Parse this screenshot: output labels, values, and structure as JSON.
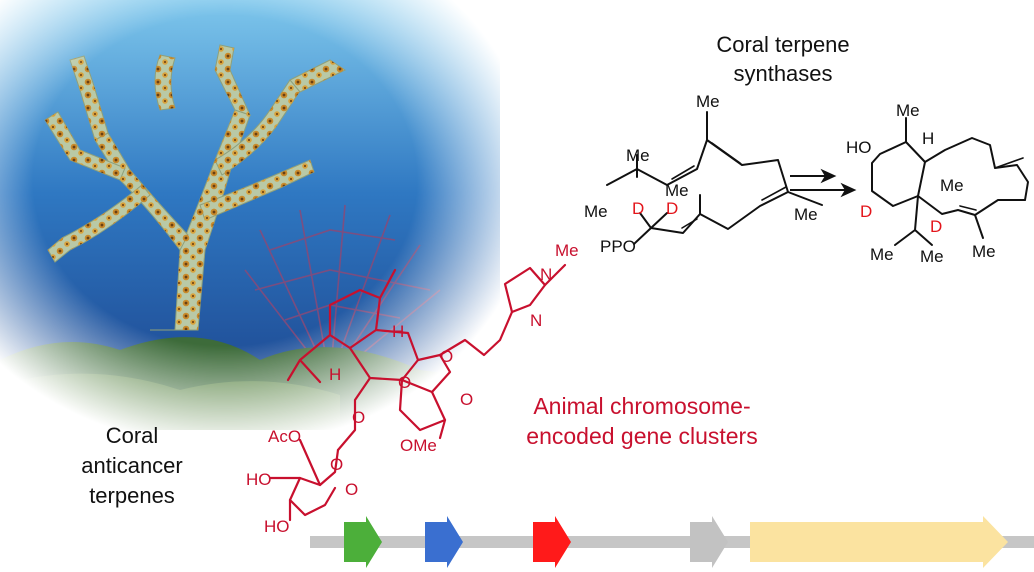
{
  "labels": {
    "synthases_line1": "Coral terpene",
    "synthases_line2": "synthases",
    "anticancer_line1": "Coral",
    "anticancer_line2": "anticancer",
    "anticancer_line3": "terpenes",
    "cluster_line1": "Animal chromosome-",
    "cluster_line2": "encoded gene clusters"
  },
  "chem_labels": {
    "me": "Me",
    "ppo": "PPO",
    "d": "D",
    "ho": "HO",
    "h": "H",
    "aco": "AcO",
    "ome": "OMe",
    "o": "O",
    "n": "N"
  },
  "gene_cluster": {
    "genes": [
      {
        "name": "green-gene",
        "color": "#4caf3a"
      },
      {
        "name": "blue-gene",
        "color": "#3a6fd0"
      },
      {
        "name": "red-gene",
        "color": "#ff1a1a"
      },
      {
        "name": "gray-gene",
        "color": "#c2c2c2"
      },
      {
        "name": "yellow-gene",
        "color": "#fbe3a0"
      }
    ],
    "backbone_color": "#c6c6c6"
  },
  "colors": {
    "structure_red": "#c8102e",
    "deuterium_red": "#e3151b"
  }
}
